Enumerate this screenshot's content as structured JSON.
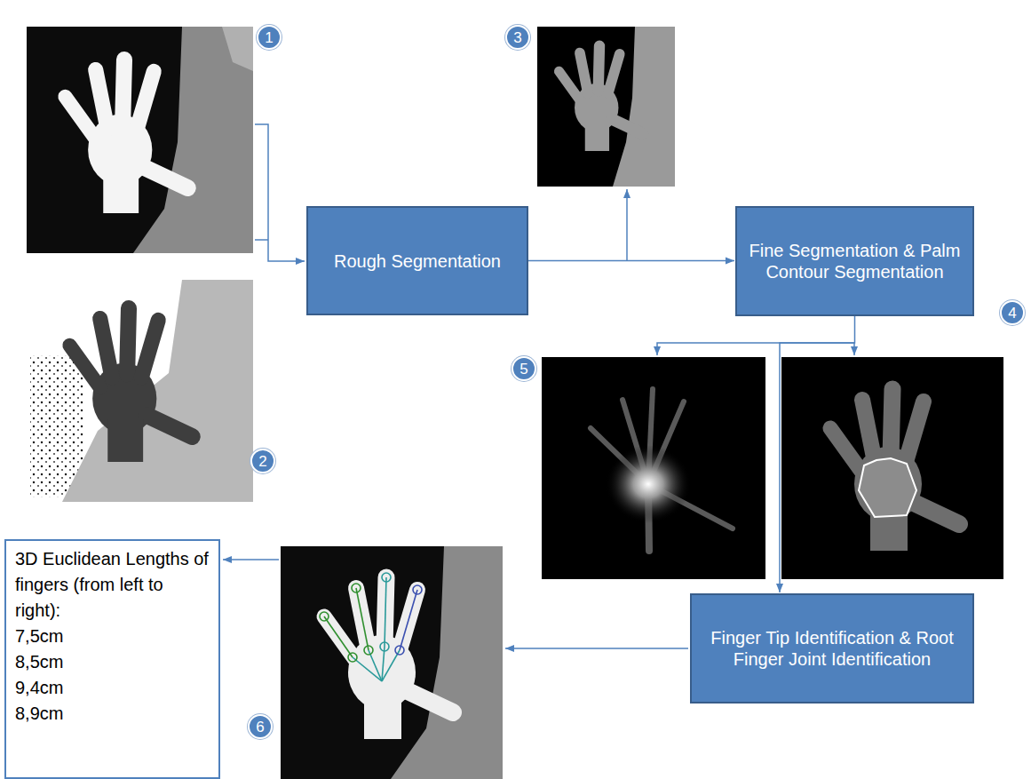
{
  "diagram": {
    "nodes": [
      {
        "text": [
          "Rough Segmentation"
        ]
      },
      {
        "text": [
          "Fine Segmentation & Palm Contour Segmentation"
        ]
      },
      {
        "text": [
          "Finger Tip Identification & Root Finger Joint Identification"
        ]
      },
      {
        "text": [
          "3D Euclidean Lengths of fingers (from left to right):",
          "7,5cm",
          "8,5cm",
          "9,4cm",
          "8,9cm"
        ]
      }
    ],
    "edges": [
      {
        "from": 0,
        "to": 1,
        "arrow": "to"
      },
      {
        "from": 1,
        "to": 2,
        "arrow": "to"
      }
    ],
    "labels": [
      "1",
      "2",
      "3",
      "4",
      "5",
      "6"
    ]
  }
}
